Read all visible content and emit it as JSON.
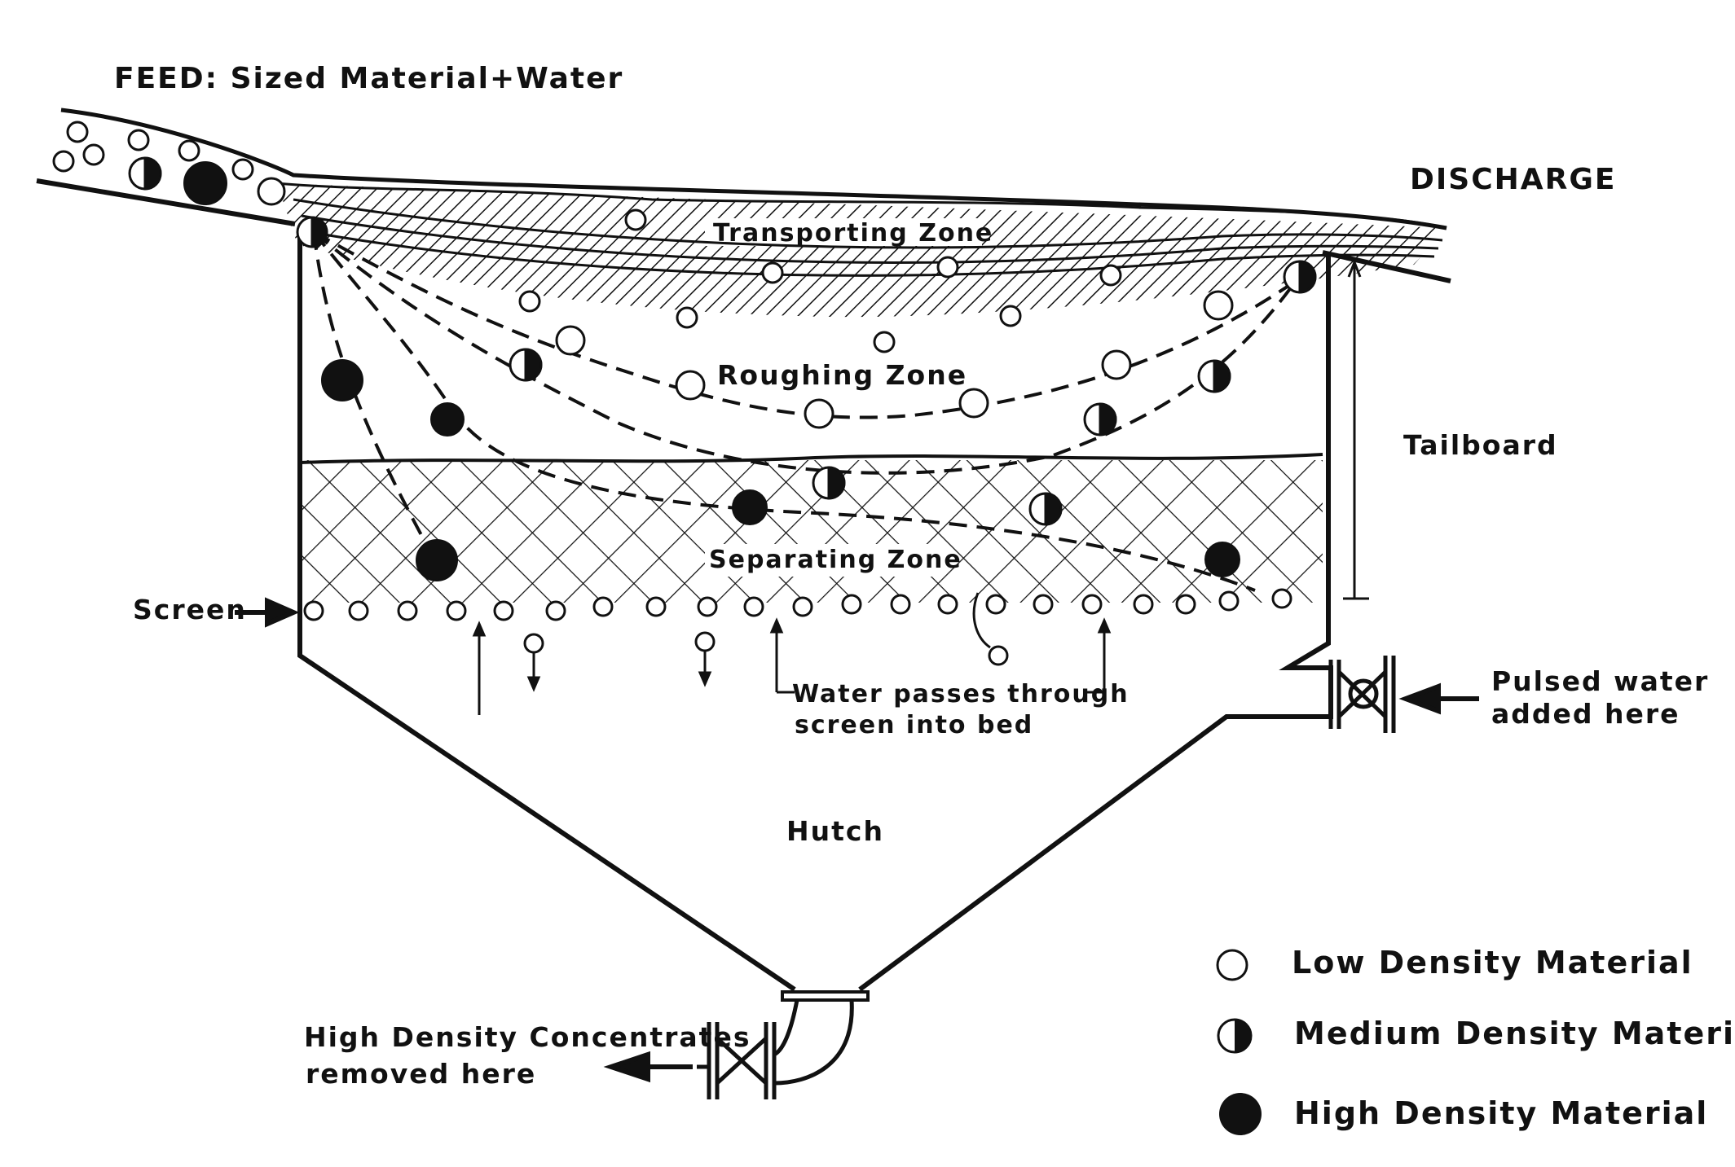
{
  "labels": {
    "feed": "FEED: Sized Material+Water",
    "discharge": "DISCHARGE",
    "transporting_zone": "Transporting Zone",
    "roughing_zone": "Roughing Zone",
    "separating_zone": "Separating Zone",
    "tailboard": "Tailboard",
    "screen": "Screen",
    "water_passes_line1": "Water passes through",
    "water_passes_line2": "screen into bed",
    "pulsed_water_line1": "Pulsed water",
    "pulsed_water_line2": "added here",
    "hutch": "Hutch",
    "concentrates_line1": "High Density Concentrates",
    "concentrates_line2": "removed here"
  },
  "legend": [
    {
      "key": "low",
      "label": "Low Density Material",
      "icon": "open-circle-icon"
    },
    {
      "key": "medium",
      "label": "Medium Density Material",
      "icon": "half-filled-circle-icon"
    },
    {
      "key": "high",
      "label": "High Density Material",
      "icon": "filled-circle-icon"
    }
  ],
  "colors": {
    "ink": "#111111",
    "background": "#ffffff"
  }
}
